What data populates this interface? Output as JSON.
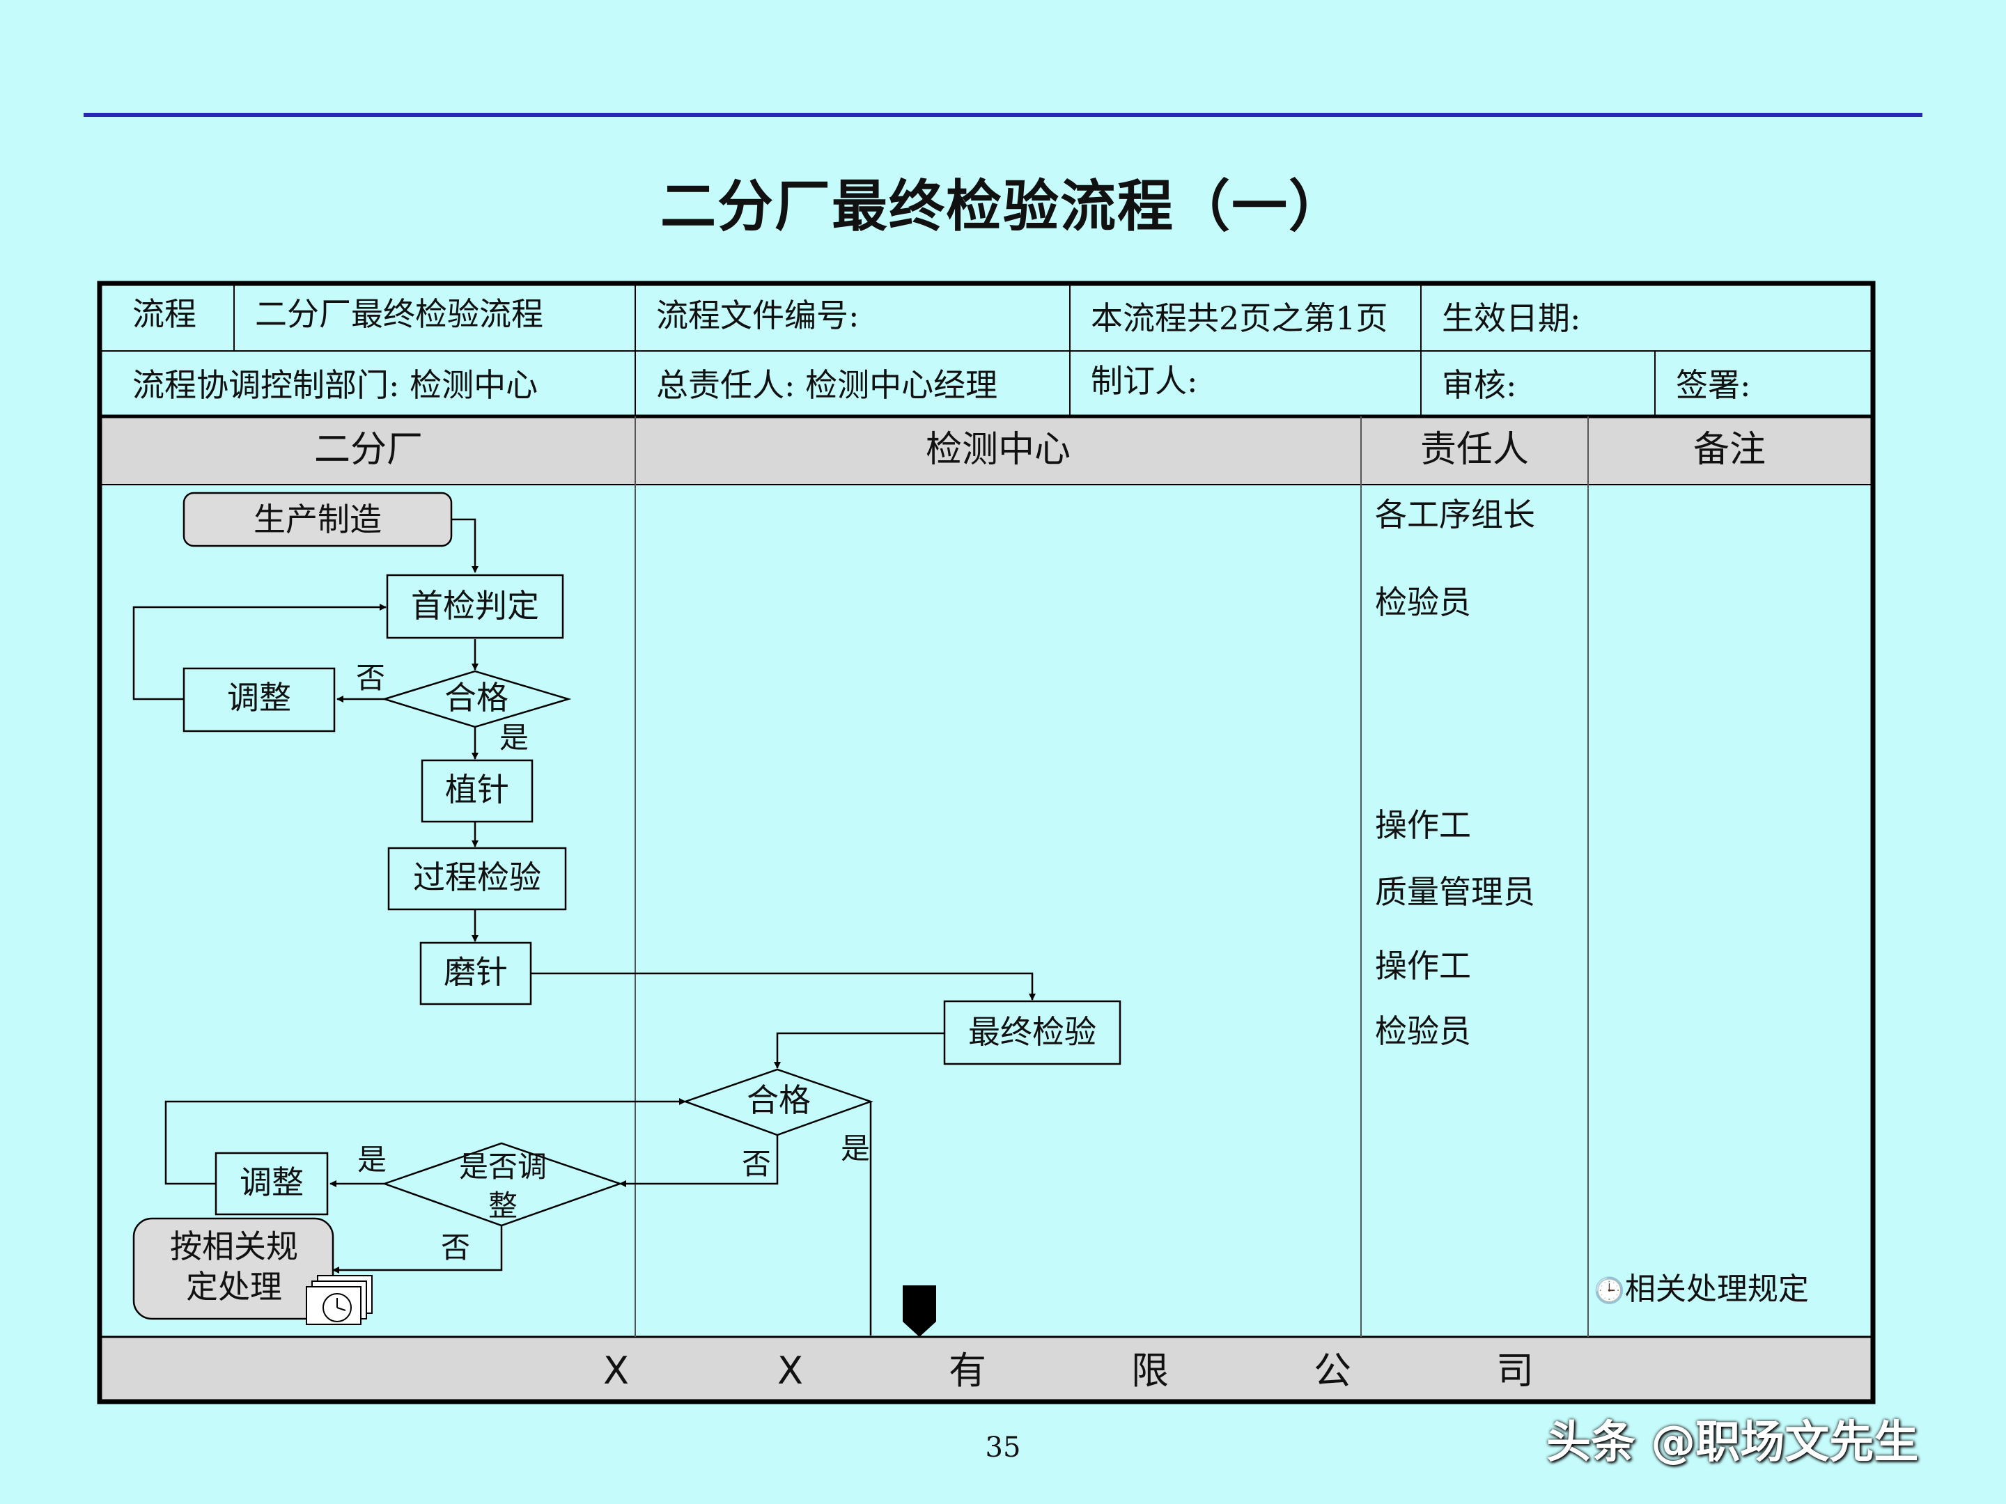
{
  "title": "二分厂最终检验流程（一）",
  "header": {
    "row1": {
      "label": "流程",
      "process_name": "二分厂最终检验流程",
      "doc_number": "流程文件编号:",
      "page_info": "本流程共2页之第1页",
      "effective_date": "生效日期:"
    },
    "row2": {
      "department": "流程协调控制部门: 检测中心",
      "owner": "总责任人: 检测中心经理",
      "author": "制订人:",
      "review": "审核:",
      "sign": "签署:"
    }
  },
  "columns": [
    "二分厂",
    "检测中心",
    "责任人",
    "备注"
  ],
  "flow": {
    "start": "生产制造",
    "first_check": "首检判定",
    "pass1": "合格",
    "adjust1": "调整",
    "no1": "否",
    "yes1": "是",
    "plant_pin": "植针",
    "process_check": "过程检验",
    "grind": "磨针",
    "final_check": "最终检验",
    "pass2": "合格",
    "no2": "否",
    "yes2": "是",
    "need_adjust": "是否调整",
    "yes3": "是",
    "adjust2": "调整",
    "no3": "否",
    "handle": "按相关规定处理"
  },
  "responsible": [
    "各工序组长",
    "检验员",
    "操作工",
    "质量管理员",
    "操作工",
    "检验员"
  ],
  "remark": "相关处理规定",
  "footer": [
    "X",
    "X",
    "有",
    "限",
    "公",
    "司"
  ],
  "page_number": "35",
  "watermark": "头条 @职场文先生",
  "colors": {
    "background": "#c6fbfb",
    "rule_line": "#2828b4",
    "header_fill": "#d8d8d8",
    "terminal_fill": "#dcdcdc"
  }
}
